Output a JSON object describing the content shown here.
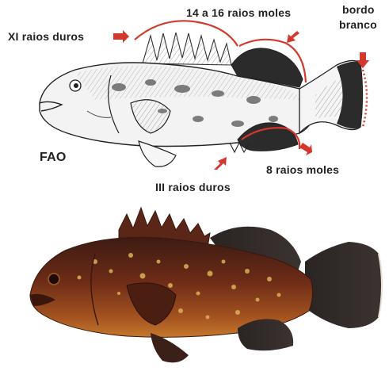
{
  "labels": {
    "dorsal_spines": "XI raios duros",
    "dorsal_soft_rays": "14 a 16 raios moles",
    "caudal_edge_line1": "bordo",
    "caudal_edge_line2": "branco",
    "source": "FAO",
    "anal_soft_rays": "8 raios moles",
    "anal_spines": "III raios duros"
  },
  "colors": {
    "annotation_red": "#d4372c",
    "ink": "#222222",
    "photo_body": "#6b2a16",
    "photo_spots": "#d9b255"
  }
}
